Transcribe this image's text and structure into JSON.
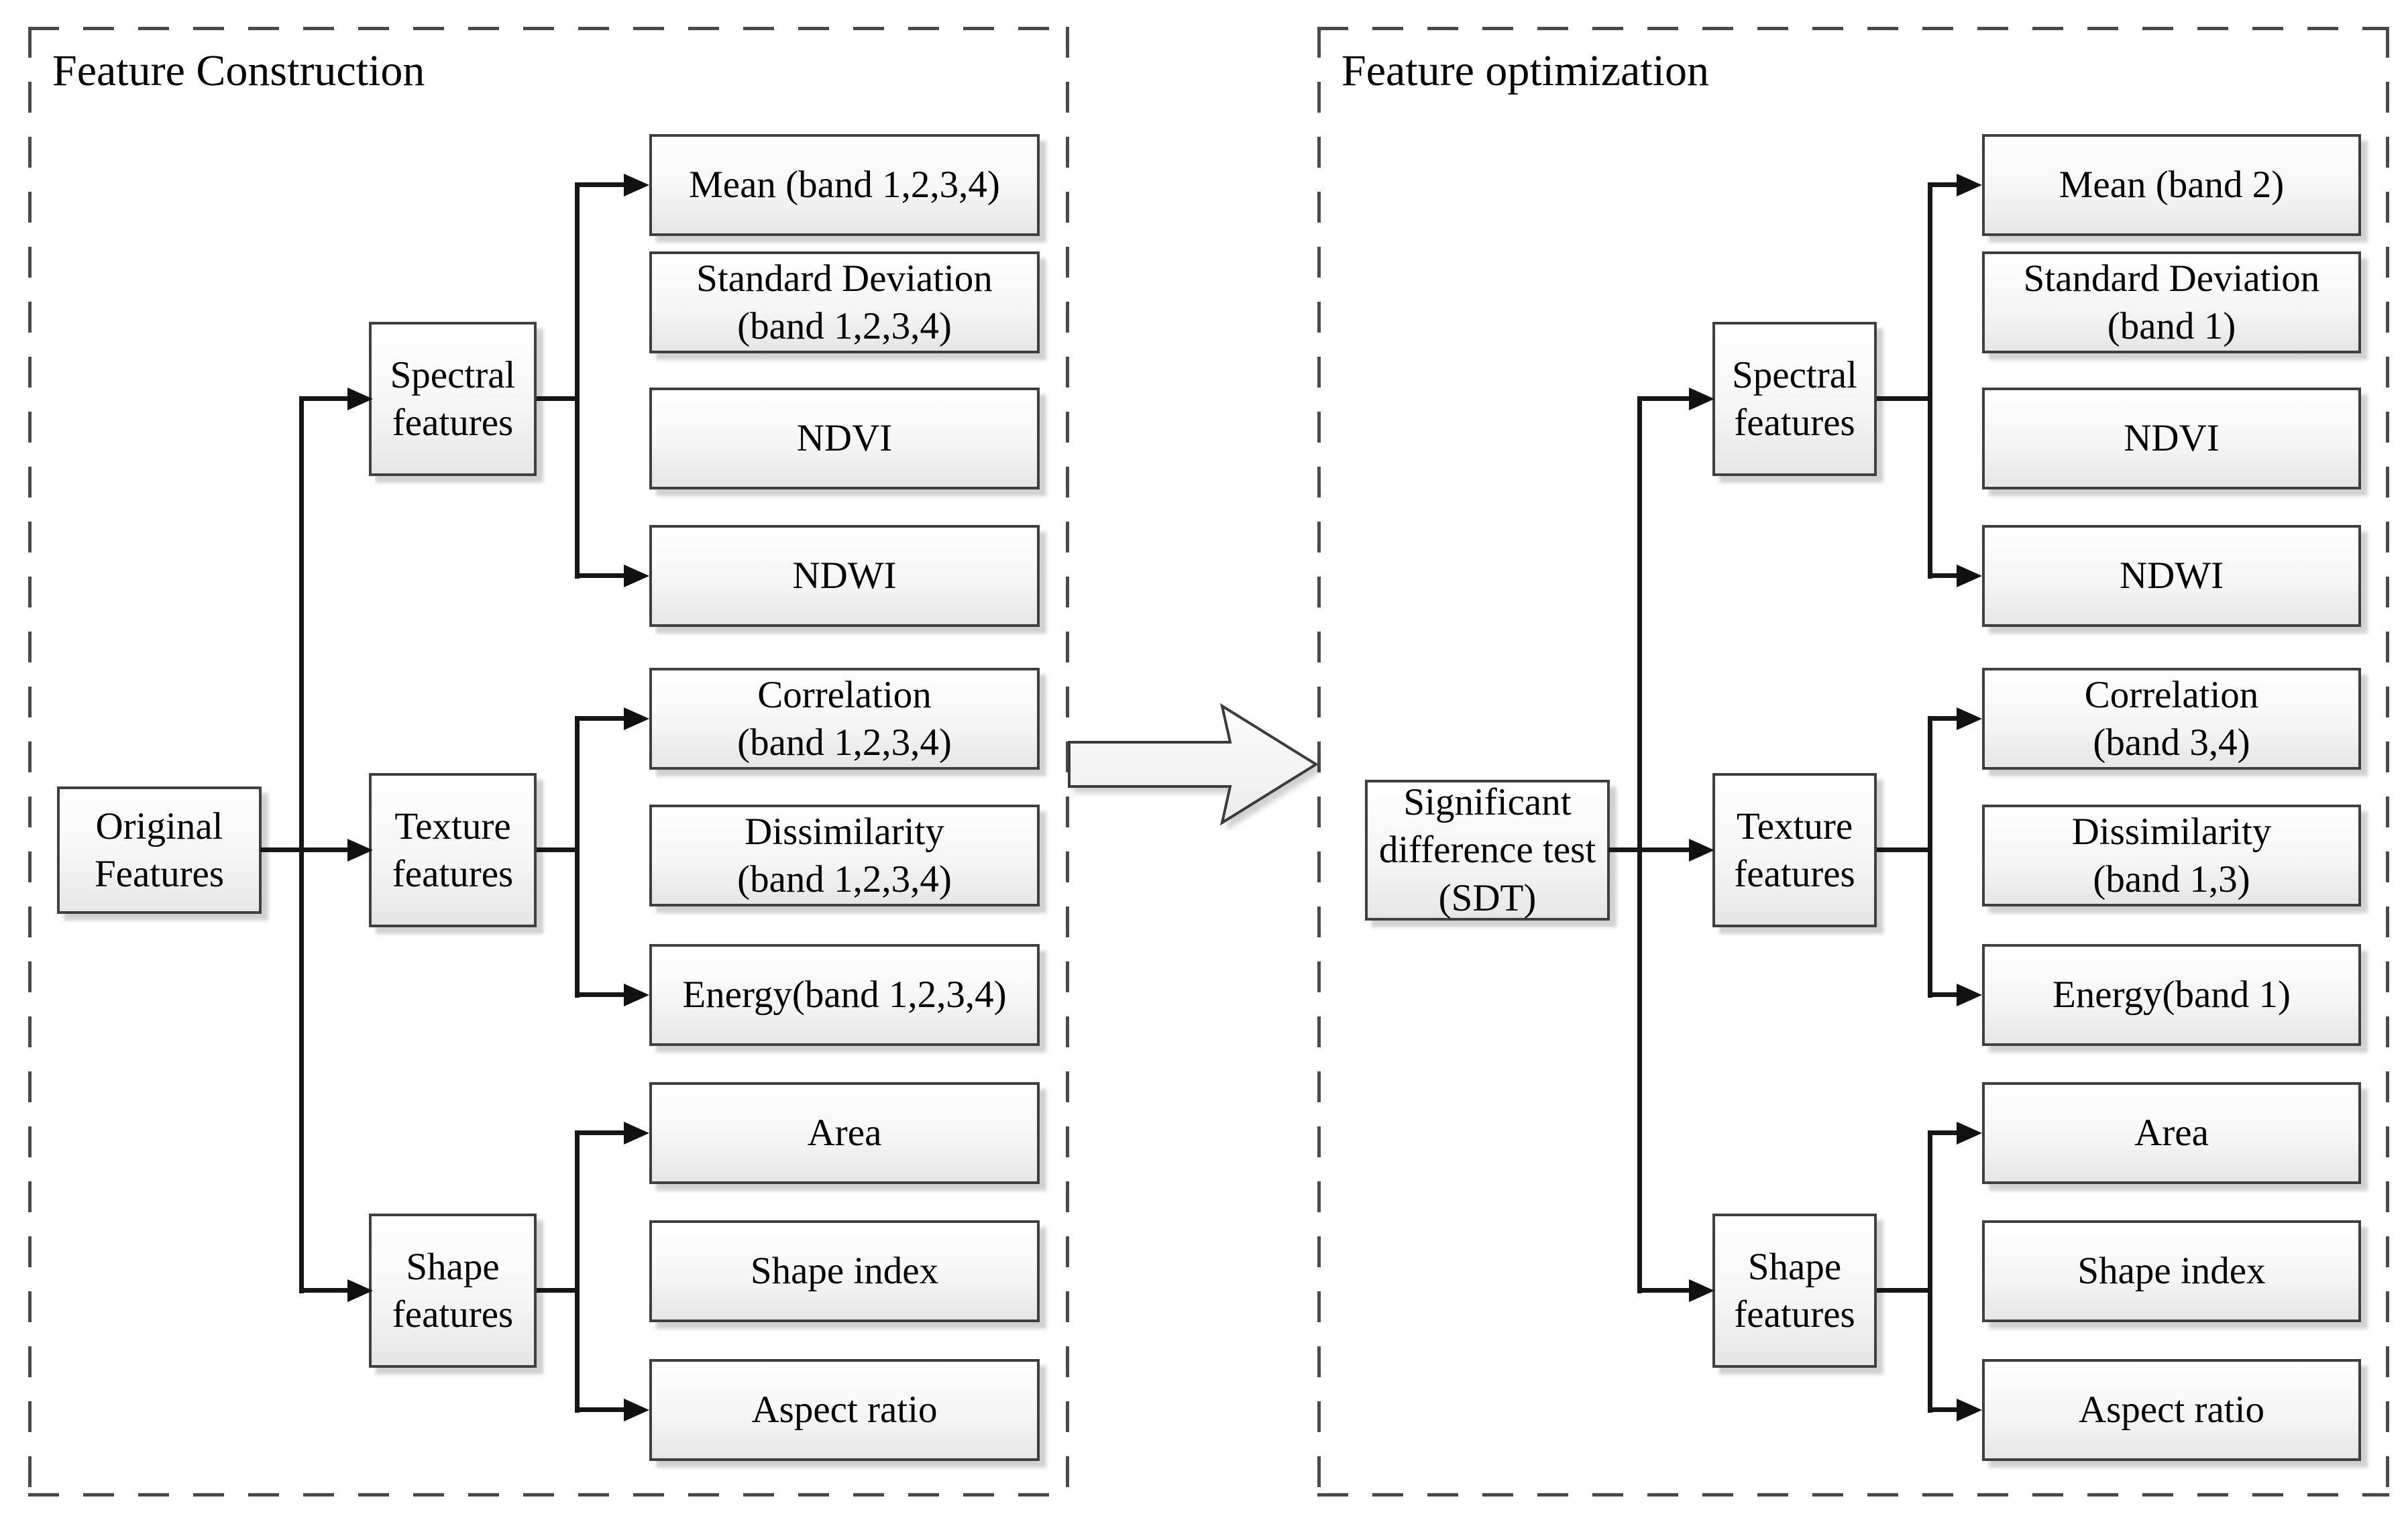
{
  "left": {
    "title": "Feature Construction",
    "root": {
      "label": "Original\nFeatures"
    },
    "groups": [
      {
        "label": "Spectral\nfeatures",
        "children": [
          {
            "label": "Mean (band 1,2,3,4)"
          },
          {
            "label": "Standard Deviation\n(band 1,2,3,4)"
          },
          {
            "label": "NDVI"
          },
          {
            "label": "NDWI"
          }
        ]
      },
      {
        "label": "Texture\nfeatures",
        "children": [
          {
            "label": "Correlation\n(band 1,2,3,4)"
          },
          {
            "label": "Dissimilarity\n(band 1,2,3,4)"
          },
          {
            "label": "Energy(band 1,2,3,4)"
          }
        ]
      },
      {
        "label": "Shape\nfeatures",
        "children": [
          {
            "label": "Area"
          },
          {
            "label": "Shape index"
          },
          {
            "label": "Aspect ratio"
          }
        ]
      }
    ]
  },
  "right": {
    "title": "Feature optimization",
    "root": {
      "label": "Significant\ndifference test\n(SDT)"
    },
    "groups": [
      {
        "label": "Spectral\nfeatures",
        "children": [
          {
            "label": "Mean (band 2)"
          },
          {
            "label": "Standard Deviation\n(band 1)"
          },
          {
            "label": "NDVI"
          },
          {
            "label": "NDWI"
          }
        ]
      },
      {
        "label": "Texture\nfeatures",
        "children": [
          {
            "label": "Correlation\n(band 3,4)"
          },
          {
            "label": "Dissimilarity\n(band 1,3)"
          },
          {
            "label": "Energy(band 1)"
          }
        ]
      },
      {
        "label": "Shape\nfeatures",
        "children": [
          {
            "label": "Area"
          },
          {
            "label": "Shape index"
          },
          {
            "label": "Aspect ratio"
          }
        ]
      }
    ]
  },
  "flow_arrow": {
    "direction": "right",
    "meaning": "feature construction output feeds feature optimization"
  },
  "colors": {
    "background": "#ffffff",
    "box_border": "#3f3f3f",
    "box_fill_top": "#ffffff",
    "box_fill_bottom": "#e6e6e6",
    "connector_line": "#161616",
    "dashed_border": "#4a4a4a",
    "text": "#000000"
  }
}
